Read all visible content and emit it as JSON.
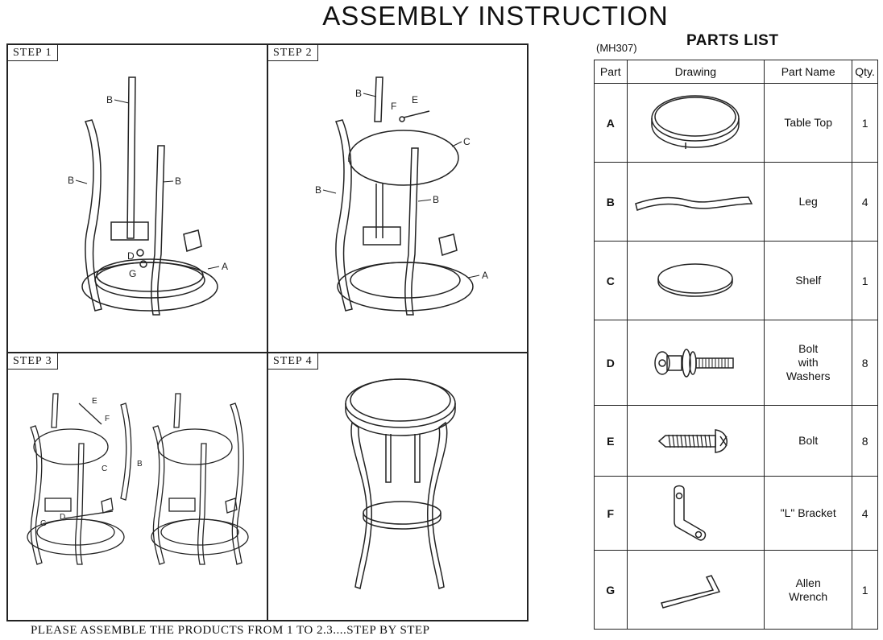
{
  "title": "ASSEMBLY INSTRUCTION",
  "steps": [
    {
      "label": "STEP 1",
      "callouts": [
        "B",
        "B",
        "B",
        "D",
        "G",
        "A"
      ]
    },
    {
      "label": "STEP 2",
      "callouts": [
        "B",
        "F",
        "E",
        "C",
        "B",
        "B",
        "A"
      ]
    },
    {
      "label": "STEP 3",
      "callouts": [
        "E",
        "F",
        "C",
        "B",
        "D",
        "G"
      ]
    },
    {
      "label": "STEP 4",
      "callouts": []
    }
  ],
  "footer": "PLEASE ASSEMBLE THE PRODUCTS FROM 1 TO 2.3....STEP BY STEP",
  "parts_list": {
    "model": "(MH307)",
    "heading": "PARTS LIST",
    "columns": [
      "Part",
      "Drawing",
      "Part Name",
      "Qty."
    ],
    "rows": [
      {
        "part": "A",
        "name": "Table Top",
        "qty": "1",
        "drawing": "table-top-drawing"
      },
      {
        "part": "B",
        "name": "Leg",
        "qty": "4",
        "drawing": "leg-drawing"
      },
      {
        "part": "C",
        "name": "Shelf",
        "qty": "1",
        "drawing": "shelf-drawing"
      },
      {
        "part": "D",
        "name": "Bolt\nwith\nWashers",
        "qty": "8",
        "drawing": "bolt-with-washers-drawing"
      },
      {
        "part": "E",
        "name": "Bolt",
        "qty": "8",
        "drawing": "bolt-drawing"
      },
      {
        "part": "F",
        "name": "\"L\" Bracket",
        "qty": "4",
        "drawing": "l-bracket-drawing"
      },
      {
        "part": "G",
        "name": "Allen\nWrench",
        "qty": "1",
        "drawing": "allen-wrench-drawing"
      }
    ]
  }
}
